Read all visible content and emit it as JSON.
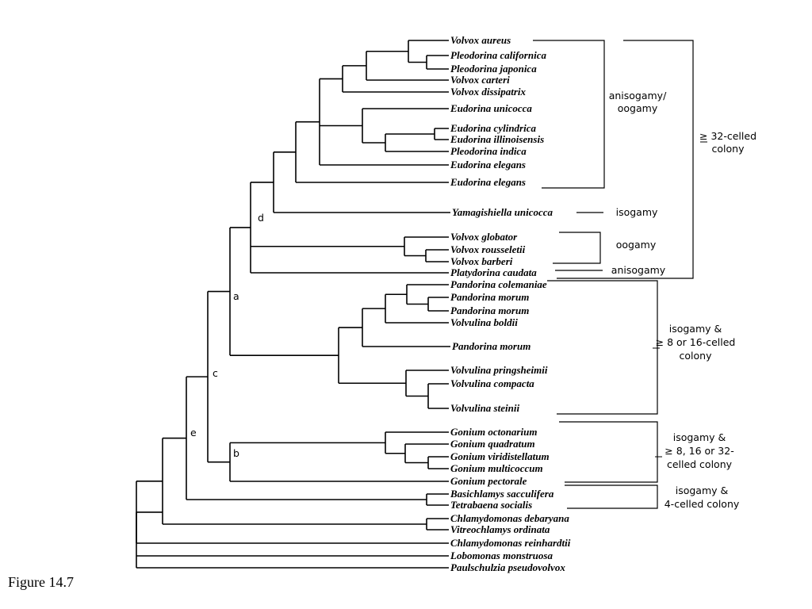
{
  "figure_label": "Figure 14.7",
  "taxa": [
    "Volvox aureus",
    "Pleodorina californica",
    "Pleodorina japonica",
    "Volvox carteri",
    "Volvox dissipatrix",
    "Eudorina unicocca",
    "Eudorina cylindrica",
    "Eudorina illinoisensis",
    "Pleodorina indica",
    "Eudorina elegans",
    "Eudorina elegans",
    "Yamagishiella unicocca",
    "Volvox globator",
    "Volvox rousseletii",
    "Volvox barberi",
    "Platydorina caudata",
    "Pandorina colemaniae",
    "Pandorina morum",
    "Pandorina morum",
    "Volvulina boldii",
    "Pandorina morum",
    "Volvulina pringsheimii",
    "Volvulina compacta",
    "Volvulina steinii",
    "Gonium octonarium",
    "Gonium  quadratum",
    "Gonium  viridistellatum",
    "Gonium  multicoccum",
    "Gonium  pectorale",
    "Basichlamys sacculifera",
    "Tetrabaena socialis",
    "Chlamydomonas debaryana",
    "Vitreochlamys ordinata",
    "Chlamydomonas reinhardtii",
    "Lobomonas monstruosa",
    "Paulschulzia pseudovolvox"
  ],
  "node_labels": {
    "a": "a",
    "b": "b",
    "c": "c",
    "d": "d",
    "e": "e"
  },
  "groups": {
    "aniso_oogamy": [
      "anisogamy/",
      "oogamy"
    ],
    "isogamy": "isogamy",
    "oogamy": "oogamy",
    "anisogamy": "anisogamy",
    "colony32": [
      "≥ 32-celled",
      "colony"
    ],
    "iso_8_16": [
      "isogamy &",
      "≥ 8 or 16-celled",
      "colony"
    ],
    "iso_8_16_32": [
      "isogamy &",
      "≥ 8, 16 or 32-",
      "celled colony"
    ],
    "iso_4": [
      "isogamy &",
      "4-celled colony"
    ]
  }
}
